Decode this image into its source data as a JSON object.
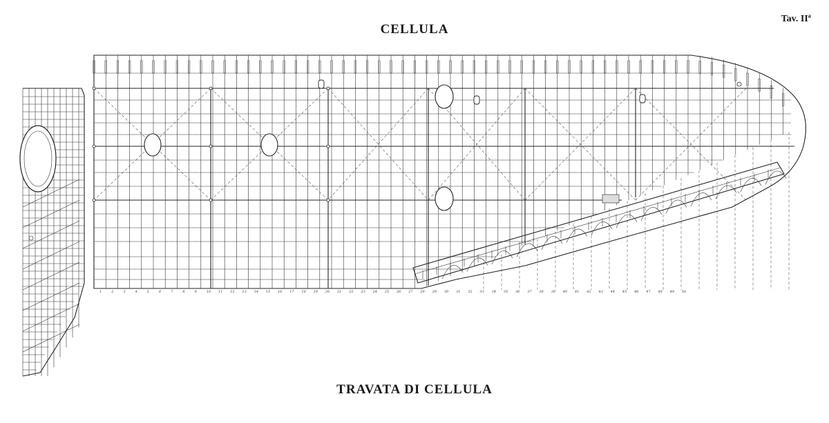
{
  "title": "CELLULA",
  "plate_label": "Tav. IIª",
  "caption": "TRAVATA DI CELLULA"
}
